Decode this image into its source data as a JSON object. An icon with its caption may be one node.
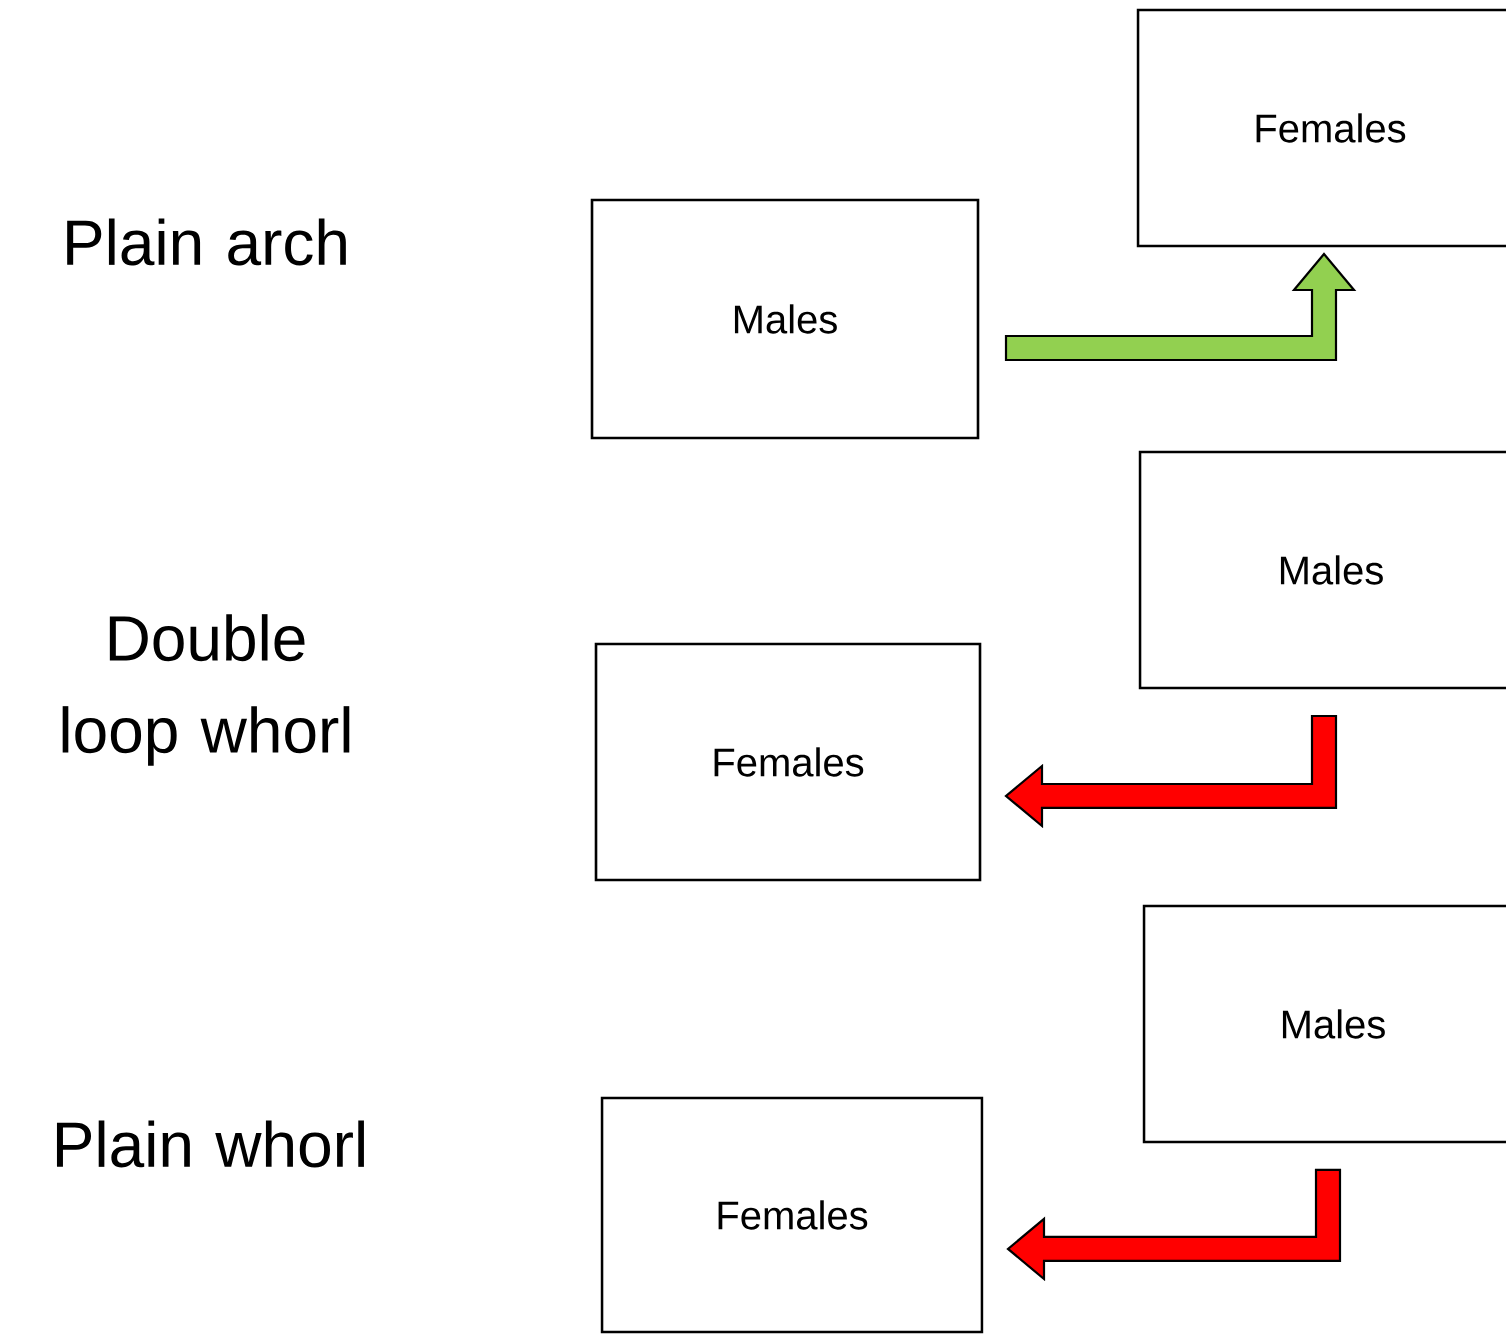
{
  "diagram": {
    "nodes": [
      {
        "text": [
          "Males"
        ]
      },
      {
        "text": [
          "Females"
        ]
      },
      {
        "text": [
          "Males"
        ]
      },
      {
        "text": [
          "Females"
        ]
      },
      {
        "text": [
          "Males"
        ]
      },
      {
        "text": [
          "Females"
        ]
      }
    ],
    "edges": [
      {
        "from": 0,
        "to": 1,
        "arrow": "to",
        "color": "#92d050"
      },
      {
        "from": 2,
        "to": 3,
        "arrow": "to"
      },
      {
        "from": 4,
        "to": 5,
        "arrow": "to"
      }
    ],
    "labels": [
      "Plain arch",
      "Double loop whorl",
      "Plain whorl"
    ]
  }
}
